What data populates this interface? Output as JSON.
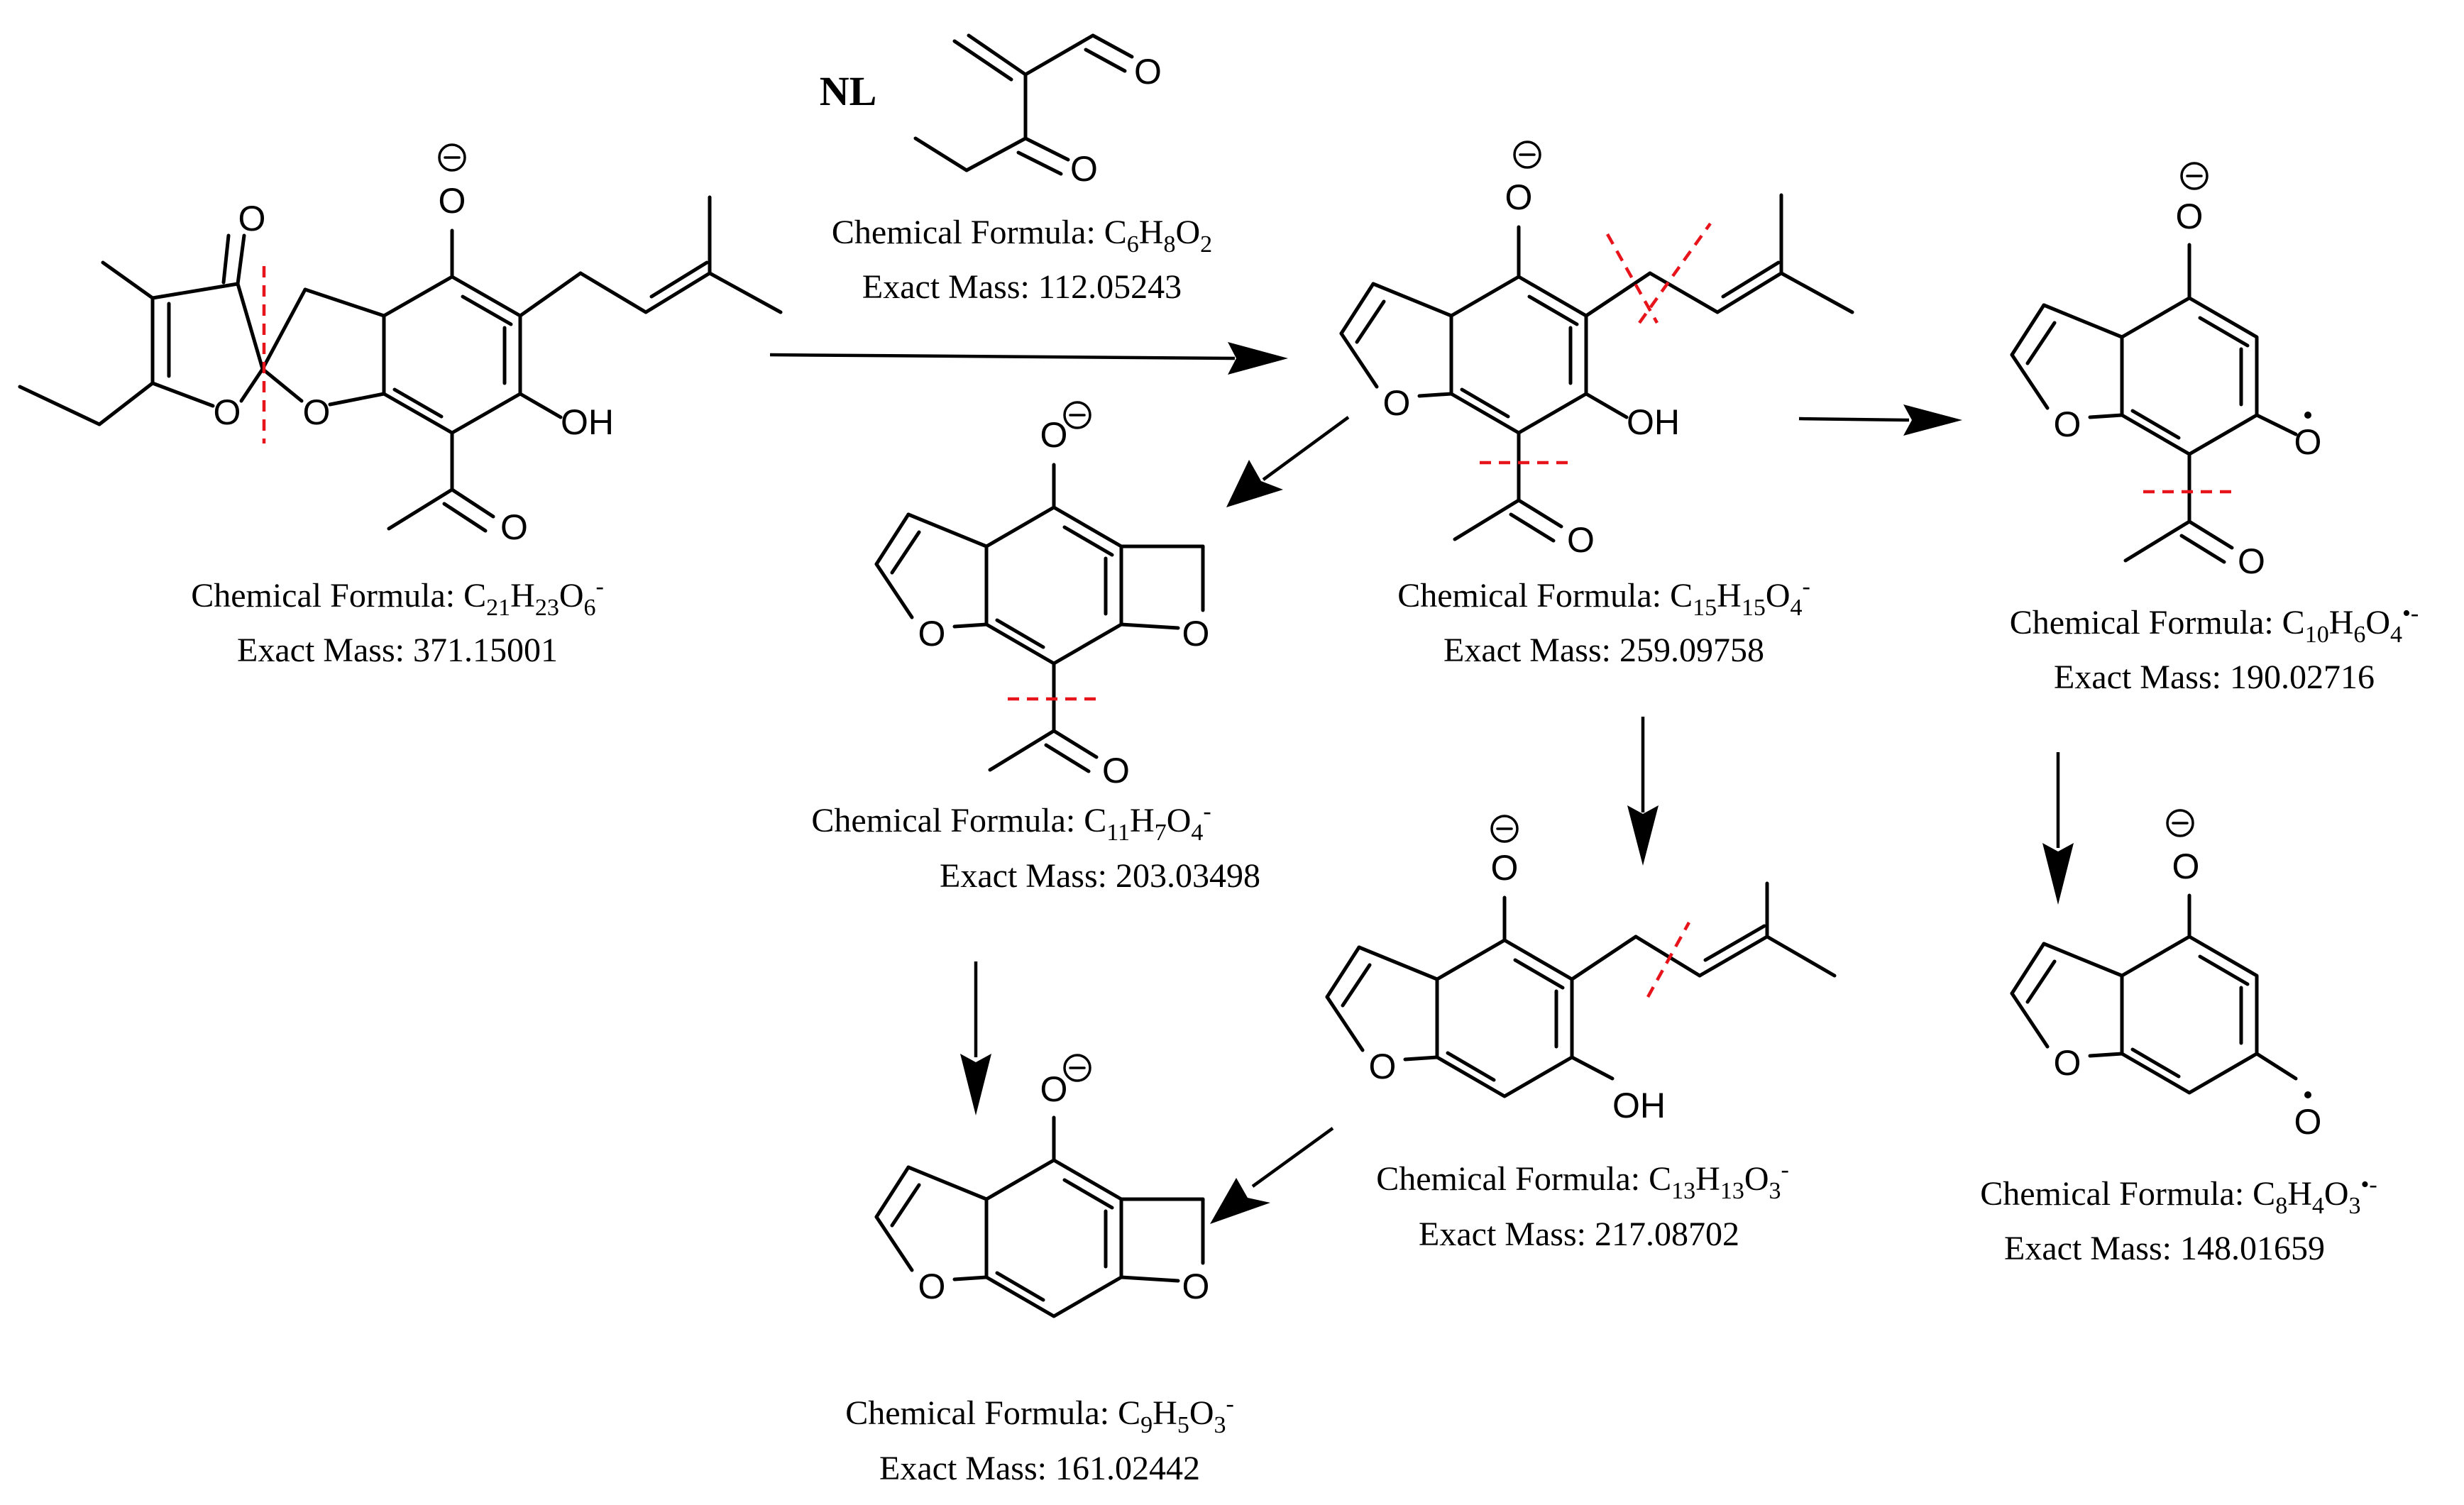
{
  "neutral_loss": {
    "tag": "NL",
    "formula": {
      "prefix": "Chemical Formula: ",
      "parts": [
        "C",
        "6",
        "H",
        "8",
        "O",
        "2"
      ],
      "charge": ""
    },
    "mass": "Exact Mass: 112.05243"
  },
  "atoms": {
    "oxygen": "O",
    "hydroxyl": "OH",
    "radical_oxygen": "O"
  },
  "compounds": [
    {
      "id": "precursor",
      "formula": {
        "prefix": "Chemical Formula: ",
        "parts": [
          "C",
          "21",
          "H",
          "23",
          "O",
          "6"
        ],
        "charge": "-"
      },
      "mass": "Exact Mass: 371.15001"
    },
    {
      "id": "fragment-259",
      "formula": {
        "prefix": "Chemical Formula: ",
        "parts": [
          "C",
          "15",
          "H",
          "15",
          "O",
          "4"
        ],
        "charge": "-"
      },
      "mass": "Exact Mass: 259.09758"
    },
    {
      "id": "fragment-190",
      "formula": {
        "prefix": "Chemical Formula: ",
        "parts": [
          "C",
          "10",
          "H",
          "6",
          "O",
          "4"
        ],
        "charge": "•-"
      },
      "mass": "Exact Mass: 190.02716"
    },
    {
      "id": "fragment-203",
      "formula": {
        "prefix": "Chemical Formula: ",
        "parts": [
          "C",
          "11",
          "H",
          "7",
          "O",
          "4"
        ],
        "charge": "-"
      },
      "mass": "Exact Mass: 203.03498"
    },
    {
      "id": "fragment-217",
      "formula": {
        "prefix": "Chemical Formula: ",
        "parts": [
          "C",
          "13",
          "H",
          "13",
          "O",
          "3"
        ],
        "charge": "-"
      },
      "mass": "Exact Mass: 217.08702"
    },
    {
      "id": "fragment-148",
      "formula": {
        "prefix": "Chemical Formula: ",
        "parts": [
          "C",
          "8",
          "H",
          "4",
          "O",
          "3"
        ],
        "charge": "•-"
      },
      "mass": "Exact Mass: 148.01659"
    },
    {
      "id": "fragment-161",
      "formula": {
        "prefix": "Chemical Formula: ",
        "parts": [
          "C",
          "9",
          "H",
          "5",
          "O",
          "3"
        ],
        "charge": "-"
      },
      "mass": "Exact Mass: 161.02442"
    }
  ]
}
